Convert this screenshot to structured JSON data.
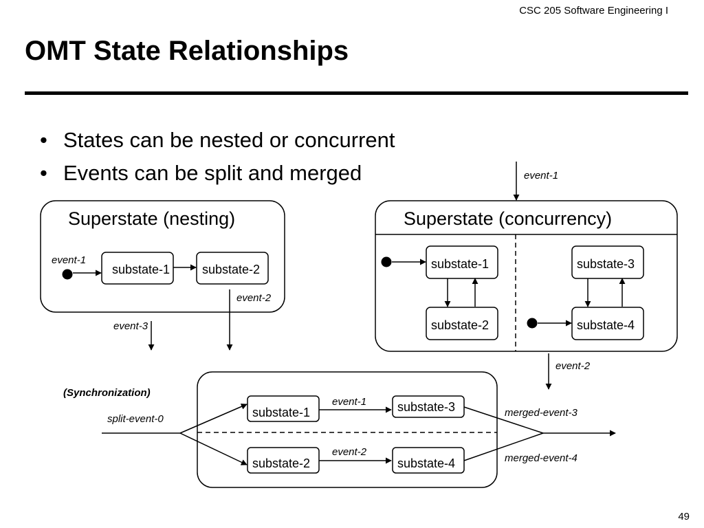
{
  "header": {
    "course": "CSC 205 Software Engineering I",
    "title": "OMT State Relationships"
  },
  "bullets": [
    "States can be nested or concurrent",
    "Events can be split and merged"
  ],
  "nesting": {
    "title": "Superstate (nesting)",
    "substate_1": "substate-1",
    "substate_2": "substate-2",
    "event_in": "event-1",
    "event_out_sub2": "event-2",
    "event_out_super": "event-3"
  },
  "concurrency": {
    "title": "Superstate (concurrency)",
    "substate_1": "substate-1",
    "substate_2": "substate-2",
    "substate_3": "substate-3",
    "substate_4": "substate-4",
    "event_in": "event-1",
    "event_out": "event-2"
  },
  "sync": {
    "caption": "(Synchronization)",
    "split_event": "split-event-0",
    "substate_1": "substate-1",
    "substate_2": "substate-2",
    "substate_3": "substate-3",
    "substate_4": "substate-4",
    "event_top": "event-1",
    "event_bottom": "event-2",
    "merged_top": "merged-event-3",
    "merged_bottom": "merged-event-4"
  },
  "footer": {
    "page": "49"
  }
}
